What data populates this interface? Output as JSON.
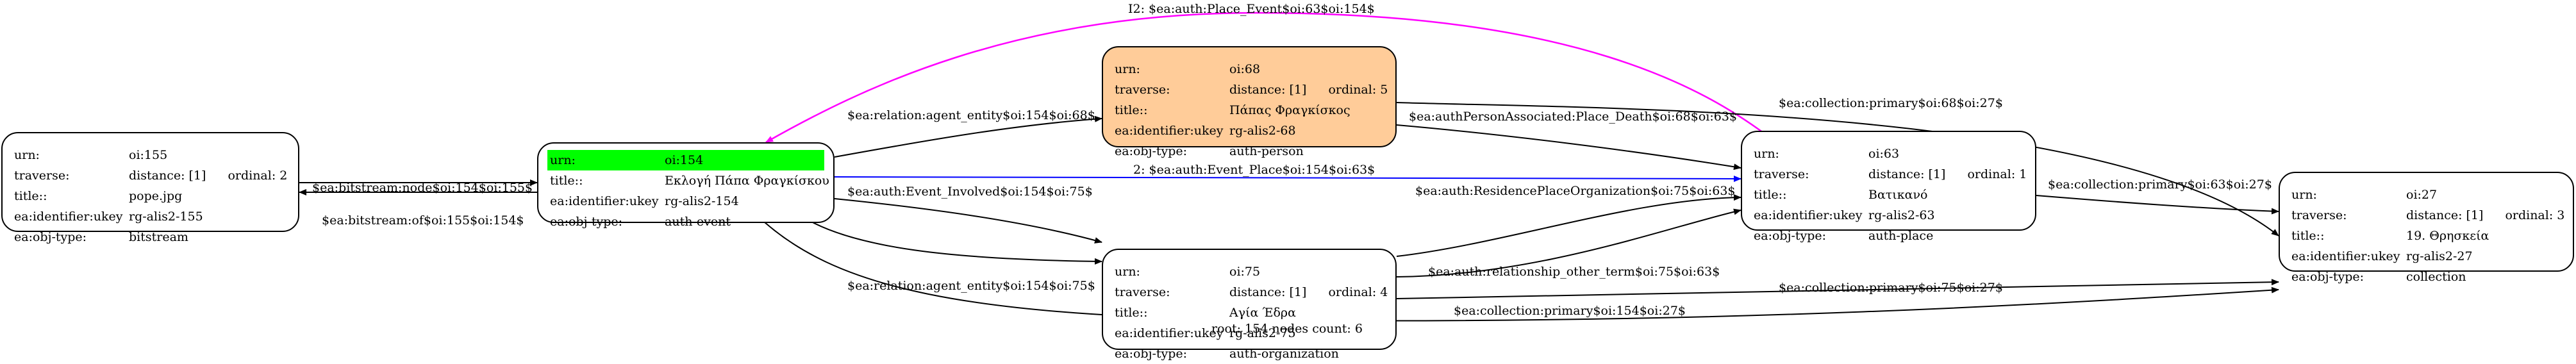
{
  "graph_label": "root: 154 nodes count: 6",
  "nodes": {
    "n155": {
      "urn_k": "urn:",
      "urn_v": "oi:155",
      "traverse_k": "traverse:",
      "traverse_v": "distance: [1]",
      "traverse_o": "ordinal: 2",
      "title_k": "title::",
      "title_v": "pope.jpg",
      "ukey_k": "ea:identifier:ukey",
      "ukey_v": "rg-alis2-155",
      "type_k": "ea:obj-type:",
      "type_v": "bitstream"
    },
    "n154": {
      "urn_k": "urn:",
      "urn_v": "oi:154",
      "title_k": "title::",
      "title_v": "Εκλογή Πάπα Φραγκίσκου",
      "ukey_k": "ea:identifier:ukey",
      "ukey_v": "rg-alis2-154",
      "type_k": "ea:obj-type:",
      "type_v": "auth-event"
    },
    "n68": {
      "urn_k": "urn:",
      "urn_v": "oi:68",
      "traverse_k": "traverse:",
      "traverse_v": "distance: [1]",
      "traverse_o": "ordinal: 5",
      "title_k": "title::",
      "title_v": "Πάπας Φραγκίσκος",
      "ukey_k": "ea:identifier:ukey",
      "ukey_v": "rg-alis2-68",
      "type_k": "ea:obj-type:",
      "type_v": "auth-person"
    },
    "n75": {
      "urn_k": "urn:",
      "urn_v": "oi:75",
      "traverse_k": "traverse:",
      "traverse_v": "distance: [1]",
      "traverse_o": "ordinal: 4",
      "title_k": "title::",
      "title_v": "Αγία Έδρα",
      "ukey_k": "ea:identifier:ukey",
      "ukey_v": "rg-alis2-75",
      "type_k": "ea:obj-type:",
      "type_v": "auth-organization"
    },
    "n63": {
      "urn_k": "urn:",
      "urn_v": "oi:63",
      "traverse_k": "traverse:",
      "traverse_v": "distance: [1]",
      "traverse_o": "ordinal: 1",
      "title_k": "title::",
      "title_v": "Βατικανό",
      "ukey_k": "ea:identifier:ukey",
      "ukey_v": "rg-alis2-63",
      "type_k": "ea:obj-type:",
      "type_v": "auth-place"
    },
    "n27": {
      "urn_k": "urn:",
      "urn_v": "oi:27",
      "traverse_k": "traverse:",
      "traverse_v": "distance: [1]",
      "traverse_o": "ordinal: 3",
      "title_k": "title::",
      "title_v": "19. Θρησκεία",
      "ukey_k": "ea:identifier:ukey",
      "ukey_v": "rg-alis2-27",
      "type_k": "ea:obj-type:",
      "type_v": "collection"
    }
  },
  "edges": {
    "e_i2": "I2: $ea:auth:Place_Event$oi:63$oi:154$",
    "e_rel68": "$ea:relation:agent_entity$oi:154$oi:68$",
    "e_coll68": "$ea:collection:primary$oi:68$oi:27$",
    "e_death": "$ea:authPersonAssociated:Place_Death$oi:68$oi:63$",
    "e_bsof": "$ea:bitstream:of$oi:155$oi:154$",
    "e_bsnode": "$ea:bitstream:node$oi:154$oi:155$",
    "e_evplace": "2: $ea:auth:Event_Place$oi:154$oi:63$",
    "e_resid": "$ea:auth:ResidencePlaceOrganization$oi:75$oi:63$",
    "e_coll63": "$ea:collection:primary$oi:63$oi:27$",
    "e_involved": "$ea:auth:Event_Involved$oi:154$oi:75$",
    "e_rel75": "$ea:relation:agent_entity$oi:154$oi:75$",
    "e_other": "$ea:auth:relationship_other_term$oi:75$oi:63$",
    "e_coll75": "$ea:collection:primary$oi:75$oi:27$",
    "e_coll154": "$ea:collection:primary$oi:154$oi:27$"
  },
  "colors": {
    "edge_default": "#000000",
    "edge_magenta": "#ff00ff",
    "edge_blue": "#0000ff",
    "highlight_green": "#00ff00",
    "node_orange": "#ffcc99"
  }
}
